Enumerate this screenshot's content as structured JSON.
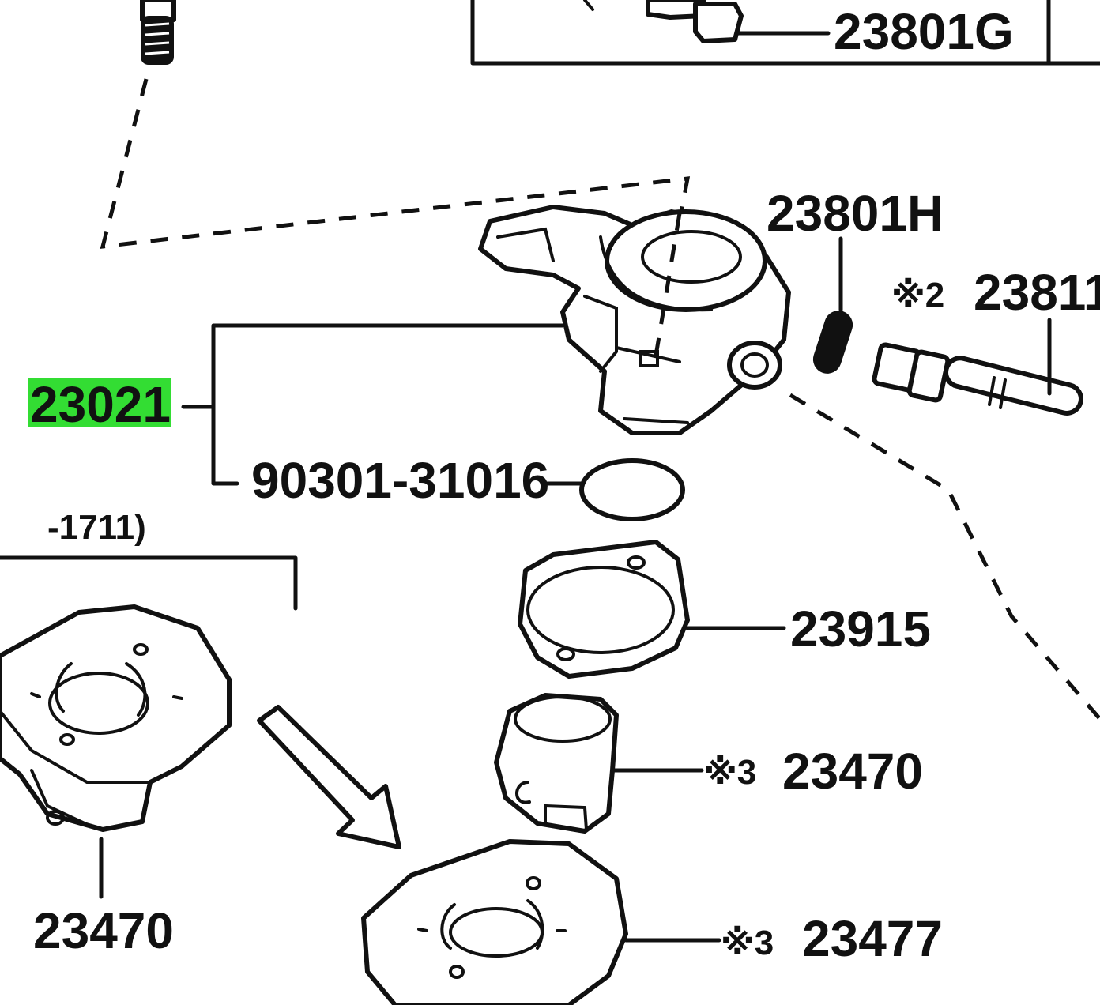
{
  "diagram": {
    "highlight_color": "#33dd33",
    "line_color": "#111111",
    "background": "#ffffff",
    "labels": {
      "p23801g": "23801G",
      "p23801h": "23801H",
      "p23811_mark": "※2",
      "p23811": "23811",
      "p23021": "23021",
      "p90301": "90301-31016",
      "range_note": "-1711)",
      "p23915": "23915",
      "p23470_mark": "※3",
      "p23470": "23470",
      "p23470_left": "23470",
      "p23477_mark": "※3",
      "p23477": "23477"
    }
  }
}
